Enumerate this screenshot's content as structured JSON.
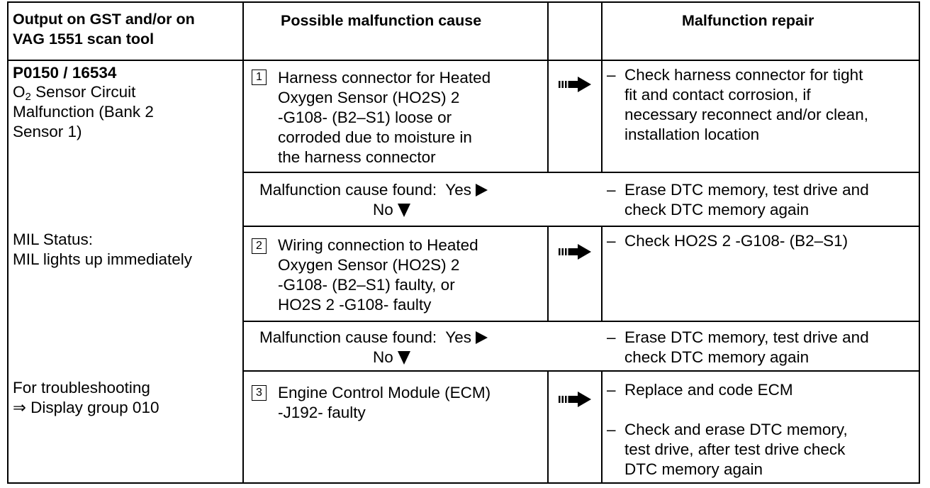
{
  "header": {
    "col1_line1": "Output on GST and/or on",
    "col1_line2": "VAG 1551 scan tool",
    "col2": "Possible malfunction cause",
    "col4": "Malfunction repair"
  },
  "output": {
    "code": "P0150 / 16534",
    "desc_line1_prefix": "O",
    "desc_line1_sub": "2",
    "desc_line1_suffix": " Sensor Circuit",
    "desc_line2": "Malfunction (Bank 2",
    "desc_line3": "Sensor 1)",
    "mil_line1": "MIL Status:",
    "mil_line2": "MIL lights up immediately",
    "trouble_line1": "For troubleshooting",
    "trouble_line2": "⇒ Display group 010"
  },
  "steps": [
    {
      "number": "1",
      "cause": [
        "Harness connector for Heated",
        "Oxygen Sensor (HO2S) 2",
        "-G108- (B2–S1) loose or",
        "corroded due to moisture in",
        "the harness connector"
      ],
      "repair": [
        "–  Check harness connector for tight",
        "    fit and contact corrosion, if",
        "    necessary reconnect and/or clean,",
        "    installation location"
      ]
    },
    {
      "number": "2",
      "cause": [
        "Wiring connection to Heated",
        "Oxygen Sensor (HO2S) 2",
        "-G108- (B2–S1) faulty, or",
        "HO2S 2 -G108- faulty"
      ],
      "repair": [
        "–  Check HO2S 2 -G108- (B2–S1)"
      ]
    },
    {
      "number": "3",
      "cause": [
        "Engine Control Module (ECM)",
        "-J192- faulty"
      ],
      "repair_a": [
        "–  Replace and code ECM"
      ],
      "repair_b": [
        "–  Check and erase DTC memory,",
        "    test drive, after test drive check",
        "    DTC memory again"
      ]
    }
  ],
  "found": {
    "label": "Malfunction cause found:  Yes",
    "no": "No",
    "repair_line1": "–  Erase DTC memory, test drive and",
    "repair_line2": "    check DTC memory again"
  }
}
